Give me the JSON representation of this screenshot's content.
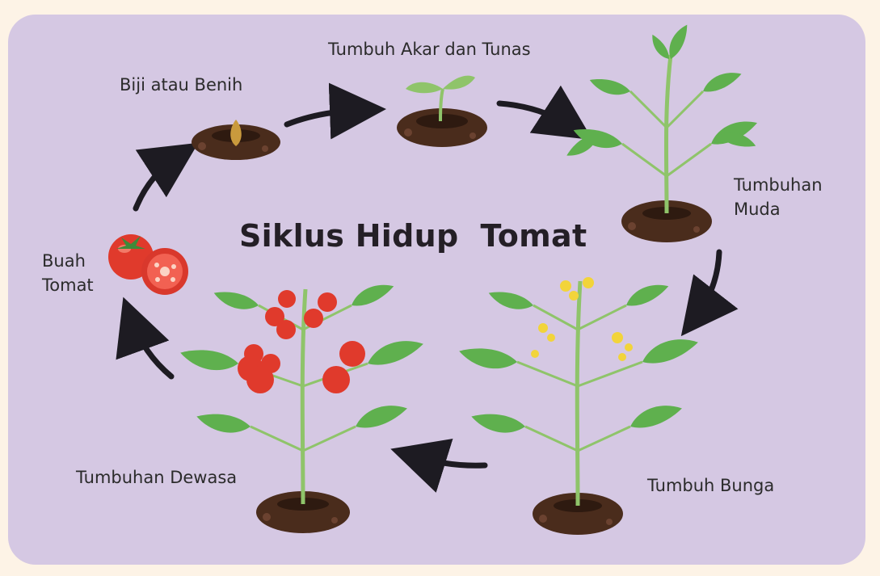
{
  "title": "Siklus Hidup  Tomat",
  "stages": [
    {
      "id": "seed",
      "label": "Biji atau Benih"
    },
    {
      "id": "sprout",
      "label": "Tumbuh Akar dan Tunas"
    },
    {
      "id": "young",
      "label": "Tumbuhan\nMuda"
    },
    {
      "id": "flower",
      "label": "Tumbuh Bunga"
    },
    {
      "id": "adult",
      "label": "Tumbuhan Dewasa"
    },
    {
      "id": "fruit",
      "label": "Buah\nTomat"
    }
  ],
  "colors": {
    "page": "#fdf3e6",
    "card": "#d5c8e3",
    "soil": "#4a2c1c",
    "leaf": "#5fb04e",
    "stem": "#8fc46a",
    "tomato": "#e03a2c",
    "flower": "#f2d43a",
    "arrow": "#1d1b22"
  }
}
